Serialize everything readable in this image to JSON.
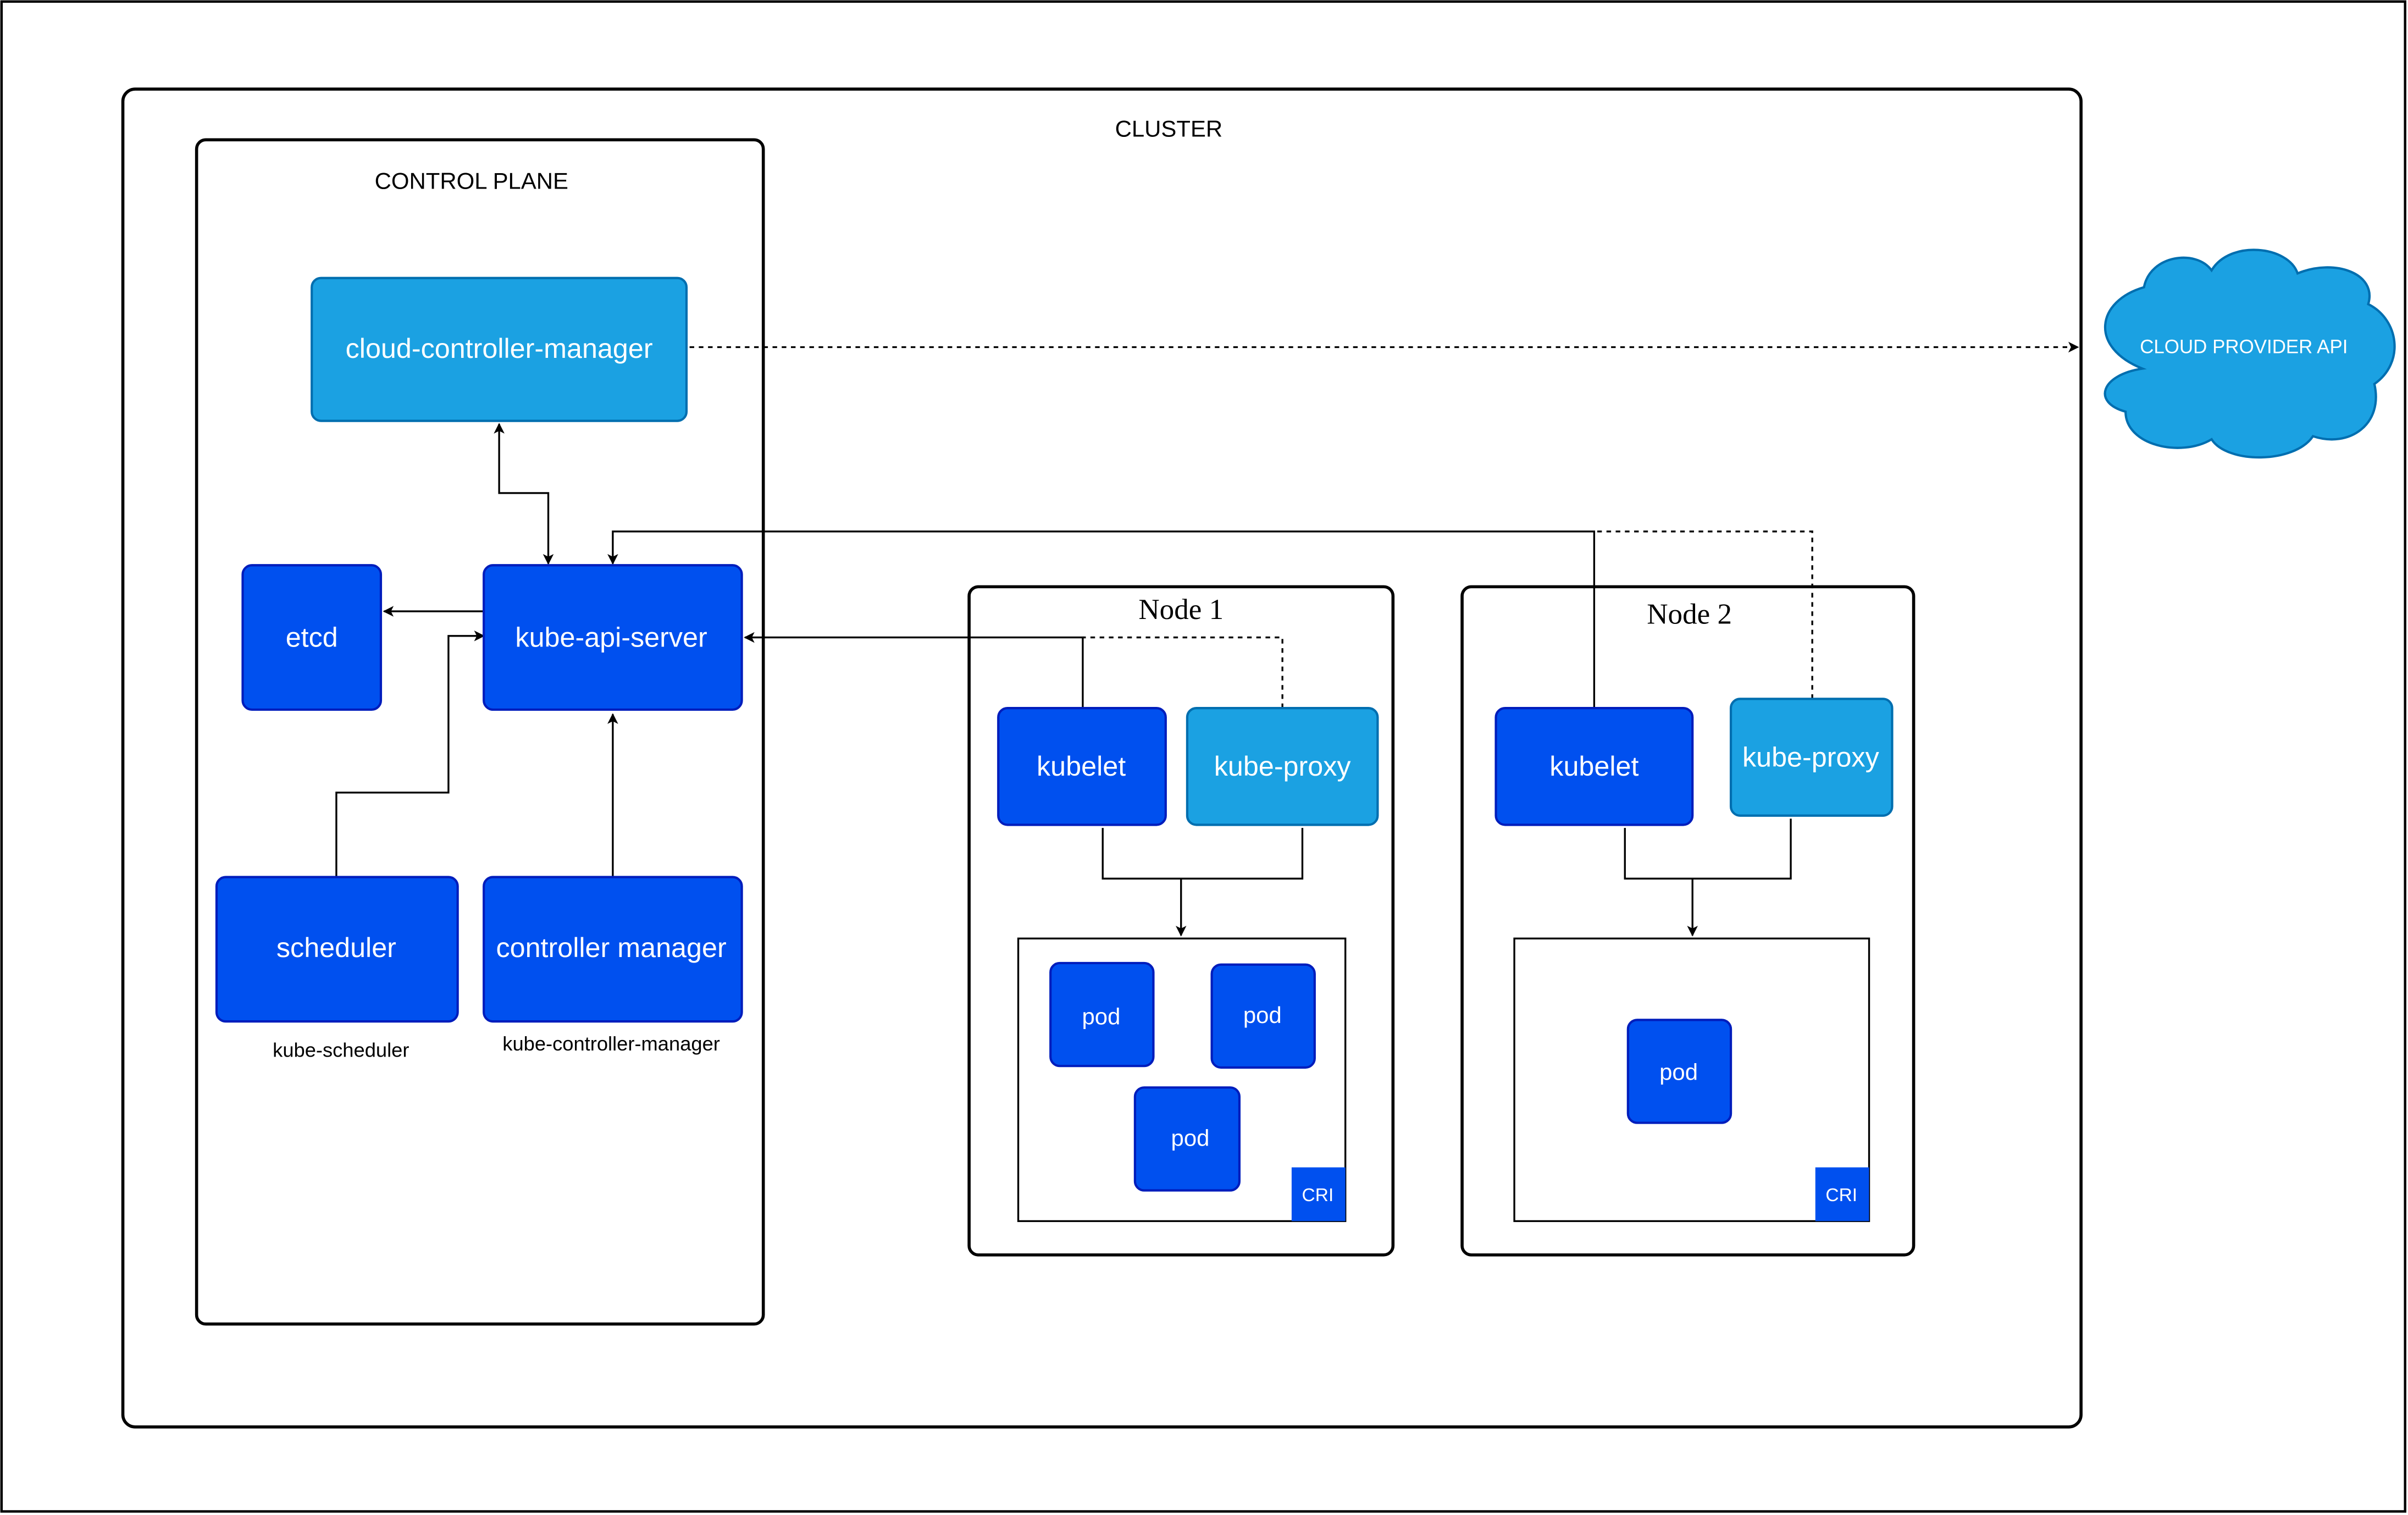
{
  "cluster": {
    "title": "CLUSTER"
  },
  "control_plane": {
    "title": "CONTROL PLANE",
    "cloud_controller_manager": "cloud-controller-manager",
    "etcd": "etcd",
    "kube_api_server": "kube-api-server",
    "scheduler": "scheduler",
    "scheduler_caption": "kube-scheduler",
    "controller_manager": "controller manager",
    "controller_manager_caption": "kube-controller-manager"
  },
  "cloud": {
    "label": "CLOUD PROVIDER API"
  },
  "node1": {
    "title": "Node 1",
    "kubelet": "kubelet",
    "kube_proxy": "kube-proxy",
    "pods": [
      "pod",
      "pod",
      "pod"
    ],
    "cri": "CRI"
  },
  "node2": {
    "title": "Node 2",
    "kubelet": "kubelet",
    "kube_proxy": "kube-proxy",
    "pods": [
      "pod"
    ],
    "cri": "CRI"
  },
  "colors": {
    "dark_blue": "#0050EF",
    "light_blue": "#1BA1E2",
    "dark_blue_stroke": "#001DBC",
    "light_blue_stroke": "#006EAF",
    "line": "#000000"
  }
}
